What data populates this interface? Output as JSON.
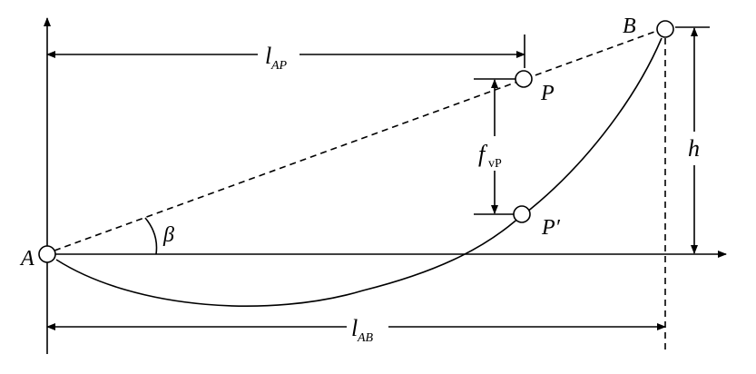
{
  "diagram": {
    "labels": {
      "point_a": "A",
      "point_b": "B",
      "point_p": "P",
      "point_p_prime": "P′",
      "angle_beta": "β",
      "height_h": "h",
      "sag_main": "f",
      "sag_sub": "vP",
      "span_ap_main": "l",
      "span_ap_sub": "AP",
      "span_ab_main": "l",
      "span_ab_sub": "AB"
    },
    "colors": {
      "stroke": "#000000",
      "background": "#ffffff"
    }
  }
}
